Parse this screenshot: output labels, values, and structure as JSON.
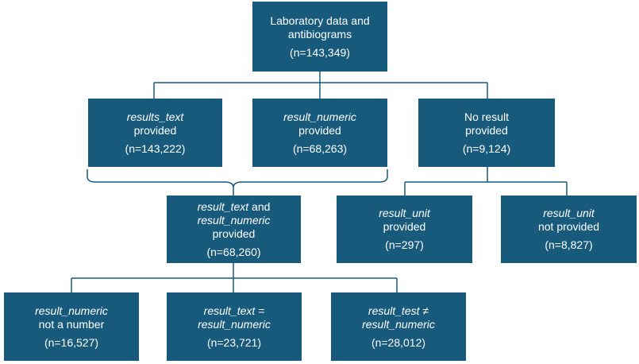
{
  "nodes": {
    "root": {
      "l1": "Laboratory data and",
      "l2": "antibiograms",
      "n": "(n=143,349)"
    },
    "text": {
      "l1": "results_text",
      "l2": "provided",
      "n": "(n=143,222)"
    },
    "numeric": {
      "l1": "result_numeric",
      "l2": "provided",
      "n": "(n=68,263)"
    },
    "none": {
      "l1": "No result",
      "l2": "provided",
      "n": "(n=9,124)"
    },
    "both": {
      "l1a": "result_text",
      "l1b": " and",
      "l2": "result_numeric",
      "l3": "provided",
      "n": "(n=68,260)"
    },
    "unit_yes": {
      "l1": "result_unit",
      "l2": "provided",
      "n": "(n=297)"
    },
    "unit_no": {
      "l1": "result_unit",
      "l2": "not provided",
      "n": "(n=8,827)"
    },
    "nan": {
      "l1": "result_numeric",
      "l2": "not a number",
      "n": "(n=16,527)"
    },
    "equal": {
      "l1": "result_text =",
      "l2": "result_numeric",
      "n": "(n=23,721)"
    },
    "notequal": {
      "l1": "result_test ≠",
      "l2": "result_numeric",
      "n": "(n=28,012)"
    }
  }
}
